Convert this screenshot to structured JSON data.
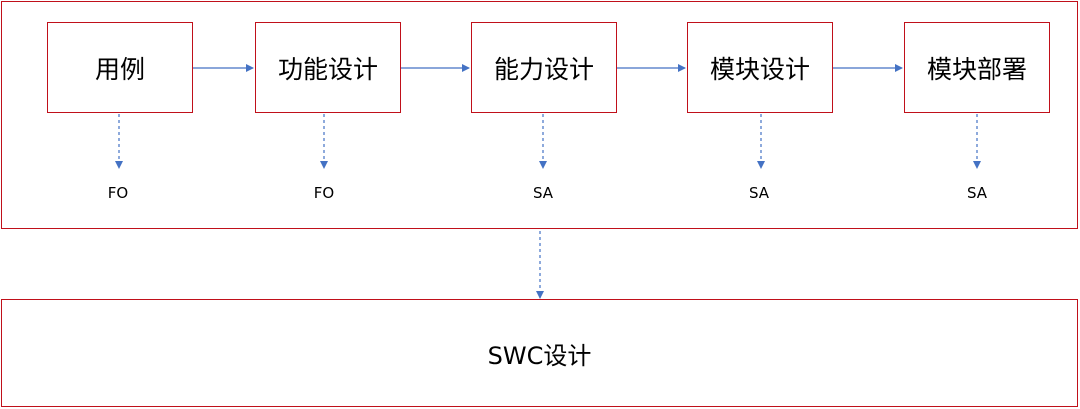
{
  "colors": {
    "frame_border": "#c0101a",
    "arrow": "#4472c4",
    "text": "#000000"
  },
  "steps": [
    {
      "label": "用例",
      "output": "FO"
    },
    {
      "label": "功能设计",
      "output": "FO"
    },
    {
      "label": "能力设计",
      "output": "SA"
    },
    {
      "label": "模块设计",
      "output": "SA"
    },
    {
      "label": "模块部署",
      "output": "SA"
    }
  ],
  "target": {
    "label": "SWC设计"
  }
}
